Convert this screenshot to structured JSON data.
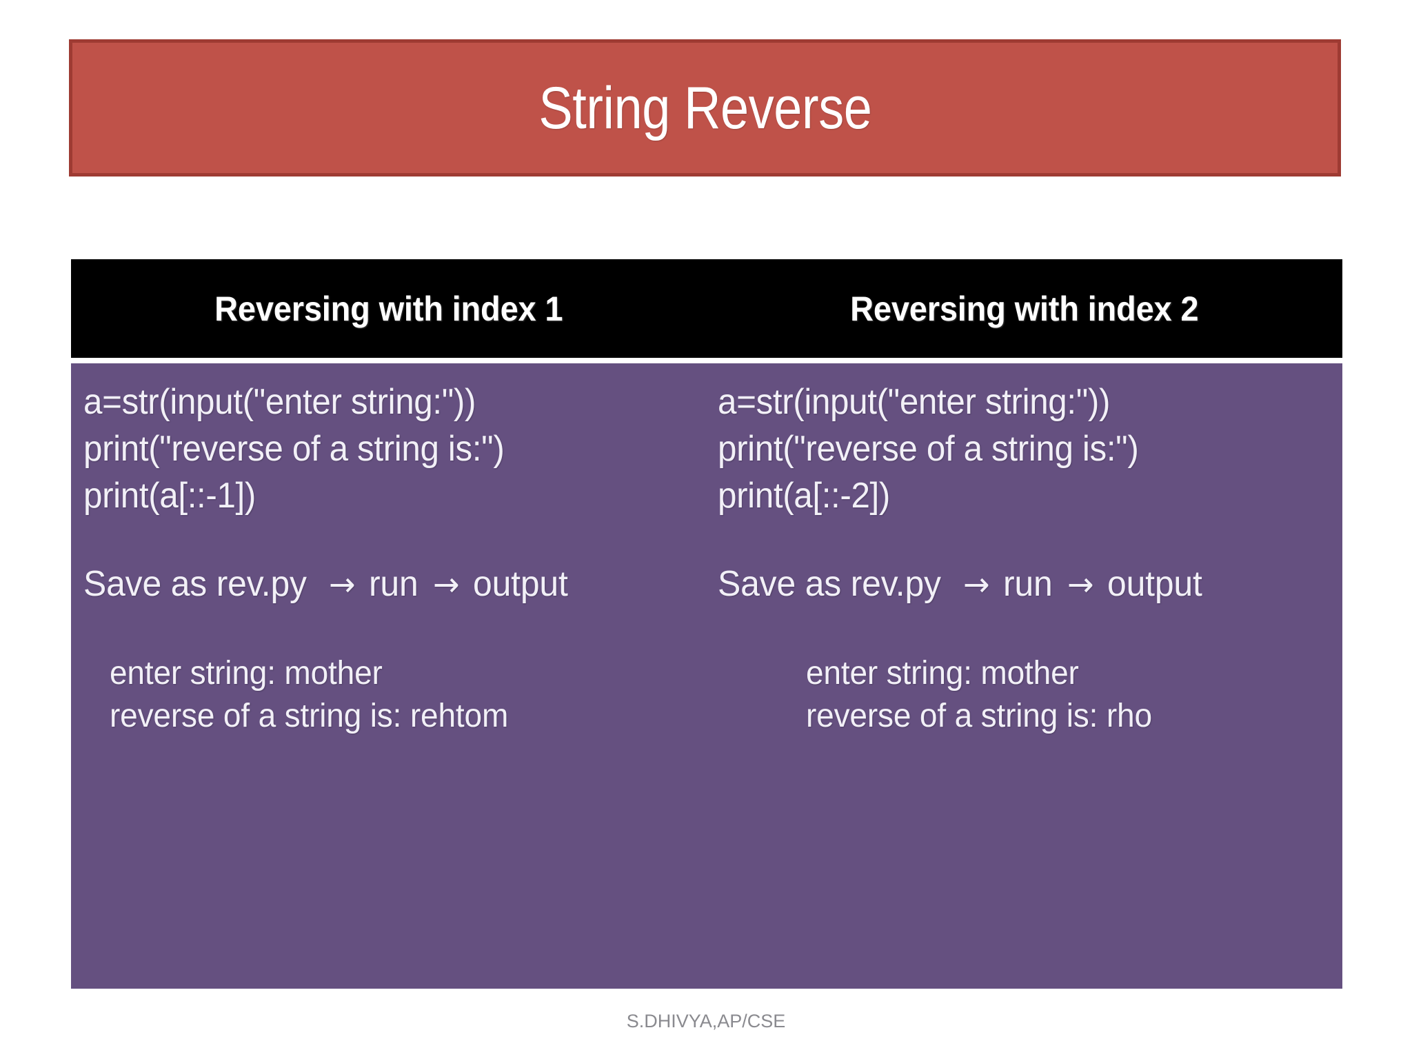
{
  "slide": {
    "title": "String Reverse",
    "footer": "S.DHIVYA,AP/CSE",
    "colors": {
      "title_fill": "#bf5249",
      "title_border": "#9e3b33",
      "header_row": "#000000",
      "body_fill": "#655080",
      "text_light": "#f2f0f7",
      "footer_text": "#8a8a8f",
      "background": "#ffffff"
    }
  },
  "table": {
    "headers": [
      "Reversing with index 1",
      "Reversing with index 2"
    ],
    "columns": [
      {
        "header": "Reversing with index 1",
        "code": [
          "a=str(input(\"enter string:\"))",
          "print(\"reverse of a string is:\")",
          "print(a[::-1])"
        ],
        "flow": {
          "save_label": "Save as rev.py",
          "arrow": "→",
          "run_label": "run",
          "output_label": "output"
        },
        "output": [
          "enter string: mother",
          "reverse of a string is: rehtom"
        ]
      },
      {
        "header": "Reversing with index 2",
        "code": [
          "a=str(input(\"enter string:\"))",
          "print(\"reverse of a string is:\")",
          "print(a[::-2])"
        ],
        "flow": {
          "save_label": "Save as rev.py",
          "arrow": "→",
          "run_label": "run",
          "output_label": "output"
        },
        "output": [
          "enter string: mother",
          "reverse of a string is: rho"
        ]
      }
    ]
  }
}
